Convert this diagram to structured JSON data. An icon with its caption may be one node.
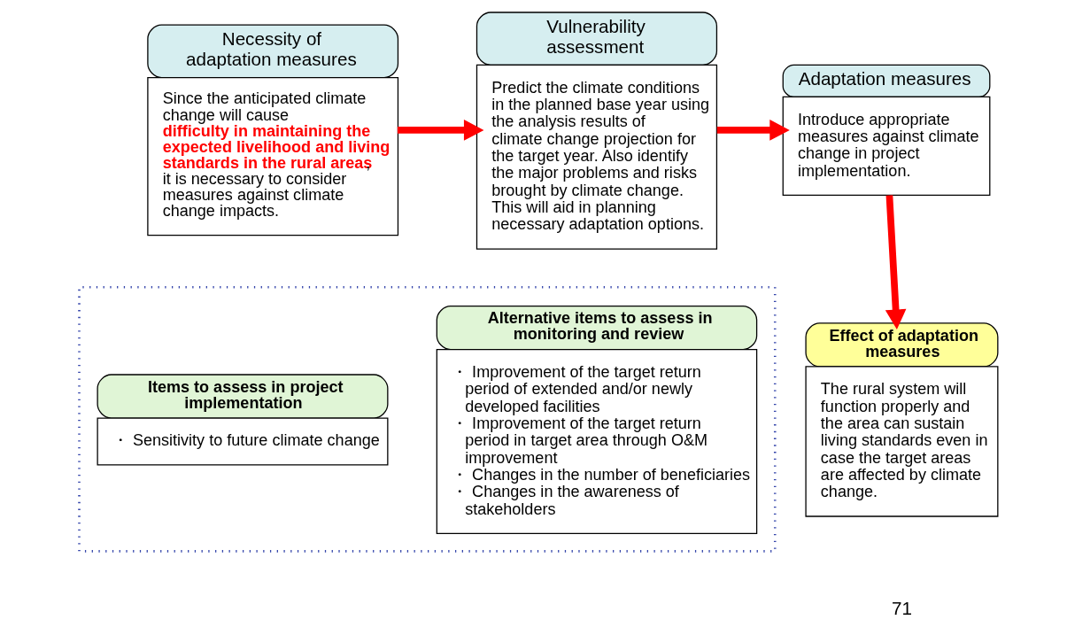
{
  "diagram": {
    "nodes": [
      {
        "text": [
          "Necessity of adaptation measures",
          "Since the anticipated climate change will cause **difficulty in maintaining the expected livelihood and living standards in the rural areas**, it is necessary to consider measures against climate change impacts."
        ]
      },
      {
        "text": [
          "Vulnerability assessment",
          "Predict the climate conditions in the planned base year using the analysis results of climate change projection for the target year. Also identify the major problems and risks brought by climate change. This will aid in planning necessary adaptation options."
        ]
      },
      {
        "text": [
          "Adaptation measures",
          "Introduce appropriate measures against climate change in project implementation."
        ]
      },
      {
        "text": [],
        "shape": "box"
      },
      {
        "text": [
          "Items to assess in project implementation",
          "・ Sensitivity to future climate change"
        ],
        "in": 3
      },
      {
        "text": [
          "Alternative items to assess in monitoring and review",
          "・ Improvement of the target return period of extended and/or newly developed facilities",
          "・ Improvement of the target return period in target area through O&M improvement",
          "・ Changes in the number of beneficiaries",
          "・ Changes in the awareness of stakeholders"
        ],
        "in": 3
      },
      {
        "text": [
          "Effect of adaptation measures",
          "The rural system will function properly and the area can sustain living standards even in case the target areas are affected by climate change."
        ]
      }
    ],
    "edges": [
      {
        "from": 0,
        "to": 1,
        "arrow": "to"
      },
      {
        "from": 1,
        "to": 2,
        "arrow": "to"
      },
      {
        "from": 2,
        "to": 6,
        "arrow": "to"
      }
    ],
    "labels": [
      "71"
    ]
  }
}
